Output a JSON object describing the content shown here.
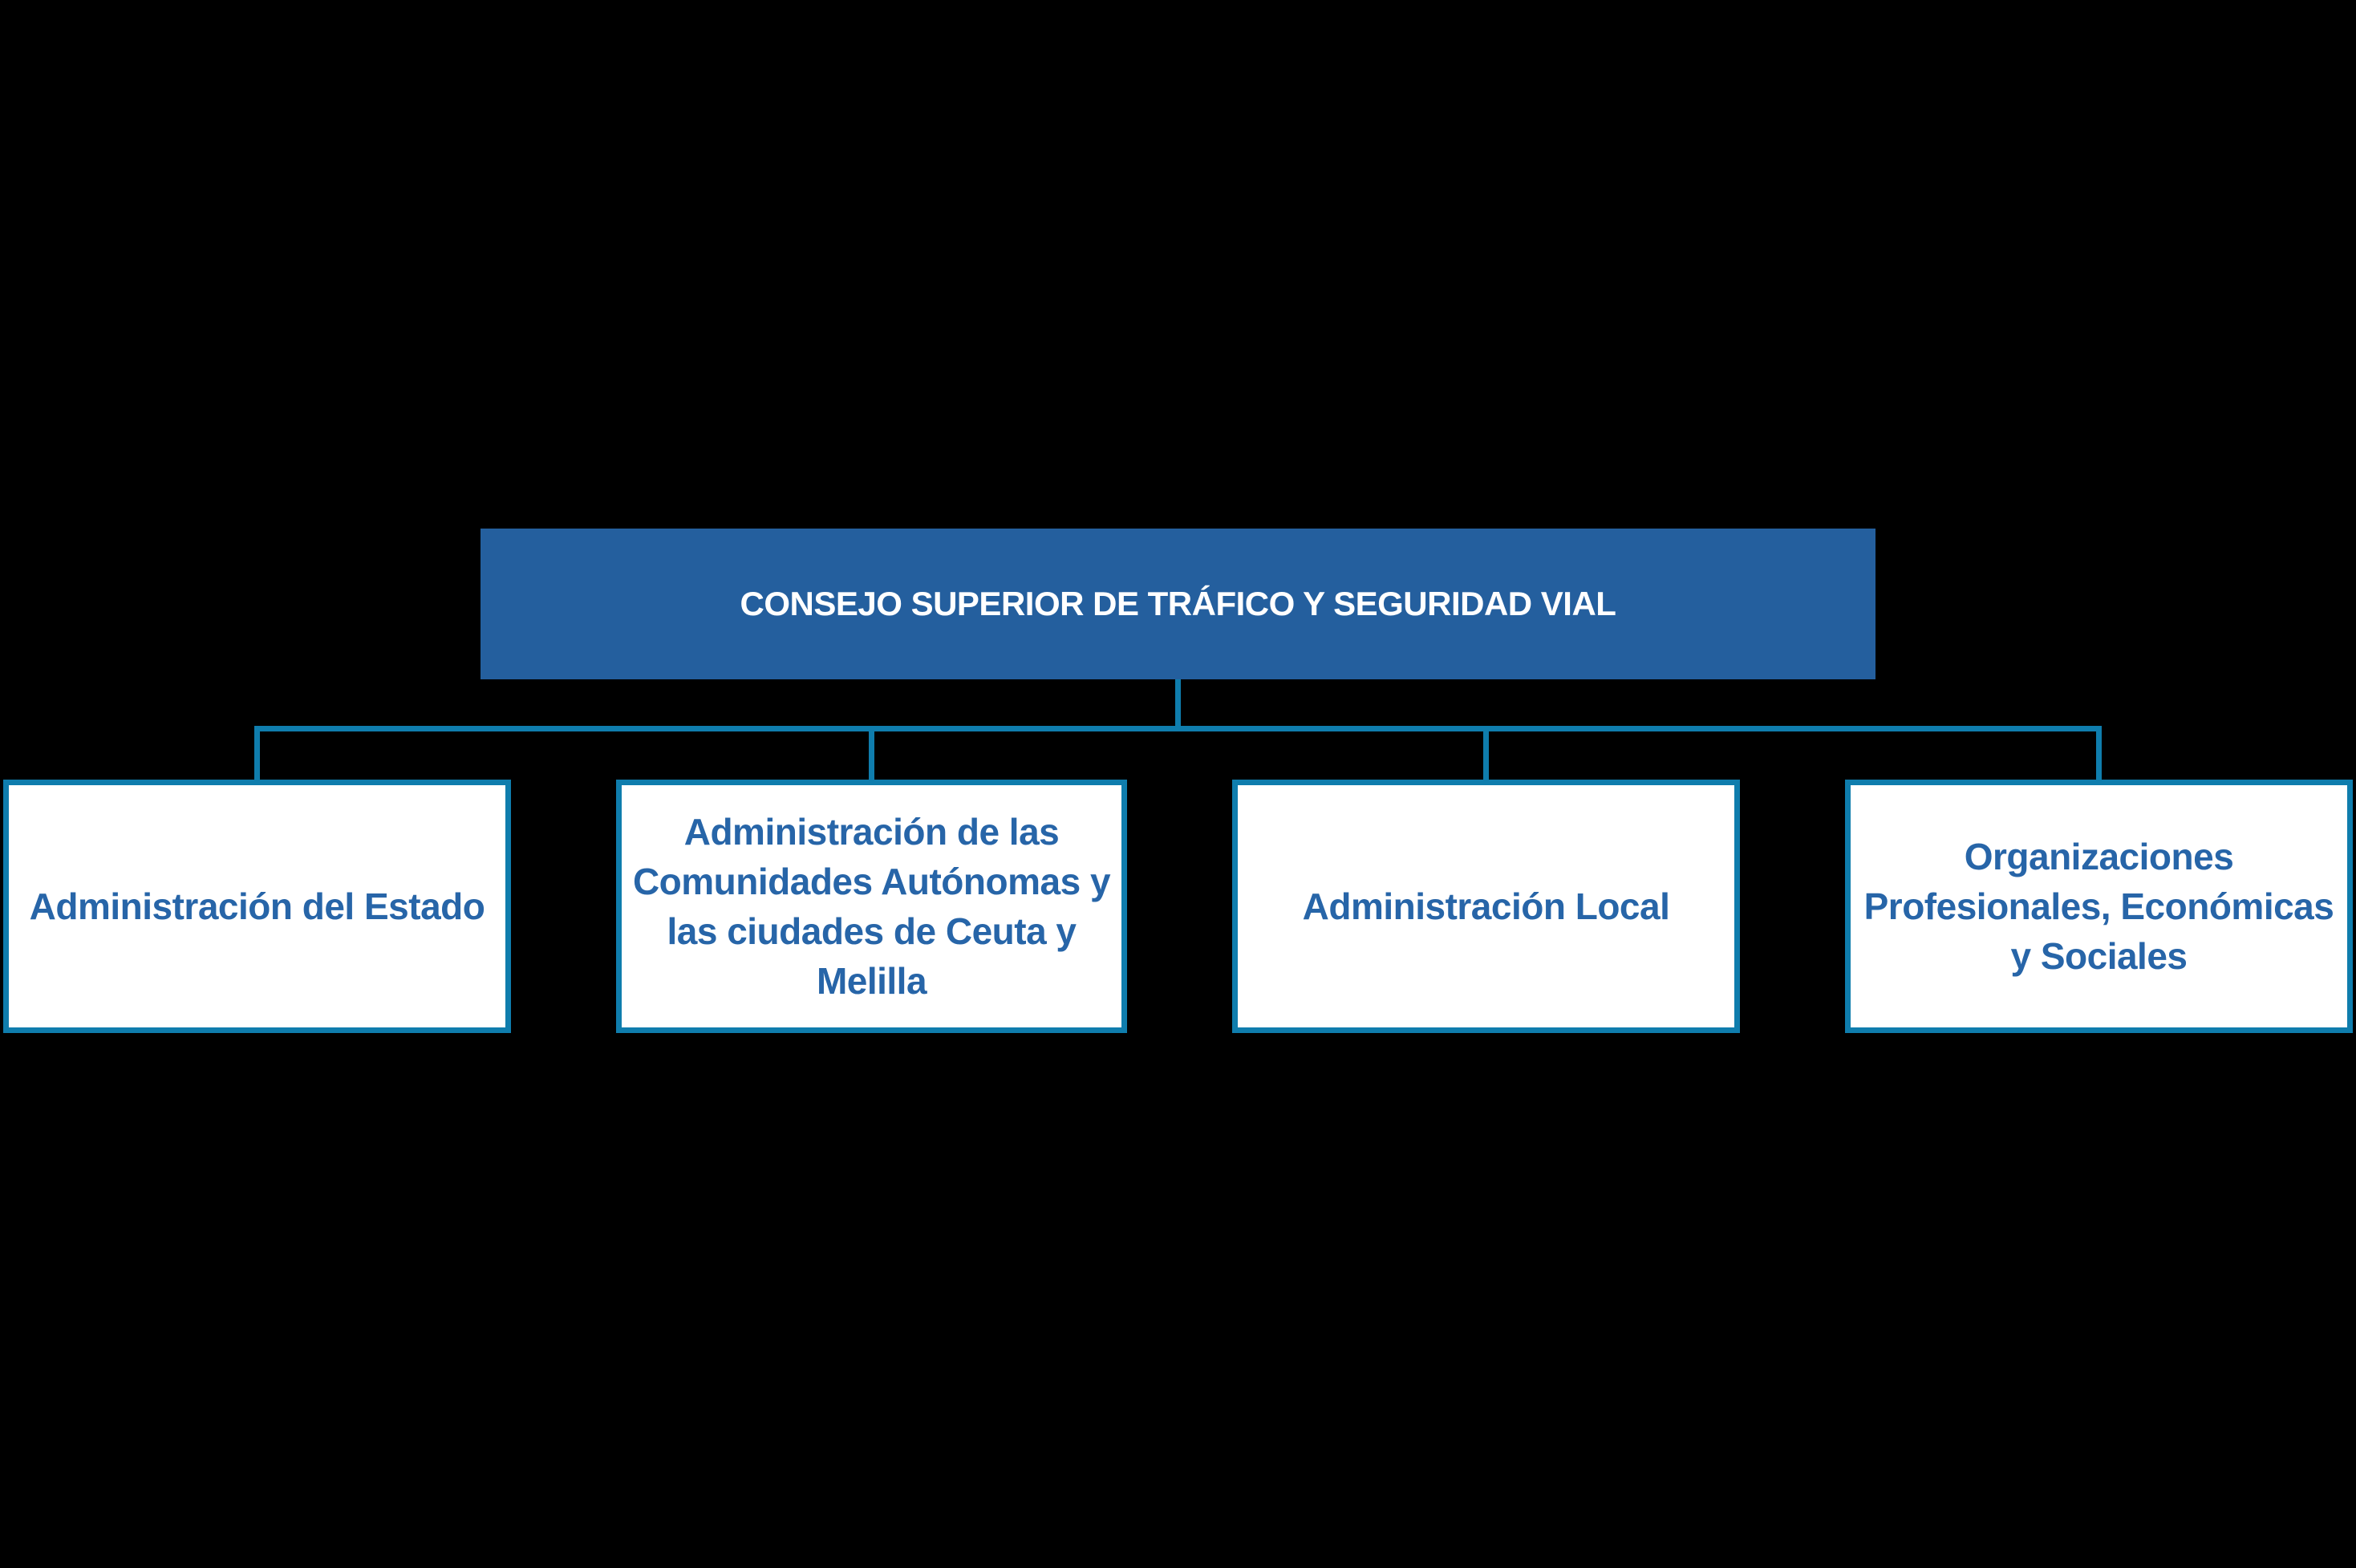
{
  "diagram": {
    "type": "org-chart",
    "colors": {
      "background": "#000000",
      "root_fill": "#245f9e",
      "root_text": "#ffffff",
      "connector": "#0f7dad",
      "child_fill": "#ffffff",
      "child_border": "#0f7dad",
      "child_text": "#2765a8"
    },
    "root": {
      "label": "CONSEJO SUPERIOR DE TRÁFICO Y SEGURIDAD VIAL"
    },
    "children": [
      {
        "label": "Administración del Estado"
      },
      {
        "label": "Administración de las Comunidades Autónomas y las ciudades de Ceuta y Melilla"
      },
      {
        "label": "Administración Local"
      },
      {
        "label": "Organizaciones Profesionales, Económicas y Sociales"
      }
    ]
  }
}
